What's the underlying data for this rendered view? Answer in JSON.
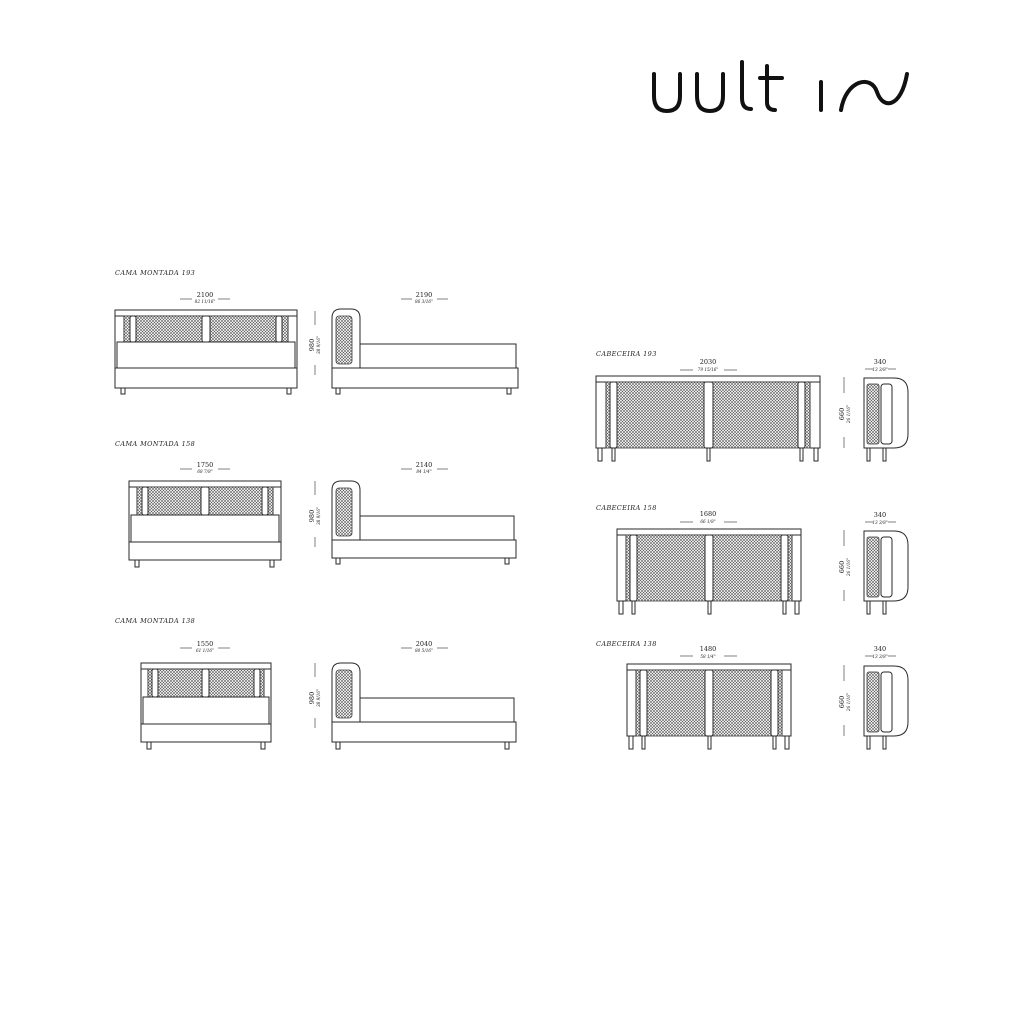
{
  "brand": {
    "logo_text": "uultis"
  },
  "beds": [
    {
      "title": "CAMA MONTADA 193",
      "front_width": "2100",
      "front_width_in": "82 11/16\"",
      "side_depth": "2190",
      "side_depth_in": "86 3/16\"",
      "height": "980",
      "height_in": "38 9/16\""
    },
    {
      "title": "CAMA MONTADA 158",
      "front_width": "1750",
      "front_width_in": "68 7/8\"",
      "side_depth": "2140",
      "side_depth_in": "84 1/4\"",
      "height": "980",
      "height_in": "38 9/16\""
    },
    {
      "title": "CAMA MONTADA 138",
      "front_width": "1550",
      "front_width_in": "61 1/16\"",
      "side_depth": "2040",
      "side_depth_in": "80 5/16\"",
      "height": "980",
      "height_in": "38 9/16\""
    }
  ],
  "headboards": [
    {
      "title": "CABECEIRA 193",
      "width": "2030",
      "width_in": "79 15/16\"",
      "depth": "340",
      "depth_in": "13 3/8\"",
      "height": "660",
      "height_in": "26 1/16\""
    },
    {
      "title": "CABECEIRA 158",
      "width": "1680",
      "width_in": "66 1/8\"",
      "depth": "340",
      "depth_in": "13 3/8\"",
      "height": "660",
      "height_in": "26 1/16\""
    },
    {
      "title": "CABECEIRA 138",
      "width": "1480",
      "width_in": "58 1/4\"",
      "depth": "340",
      "depth_in": "13 3/8\"",
      "height": "660",
      "height_in": "26 1/16\""
    }
  ]
}
